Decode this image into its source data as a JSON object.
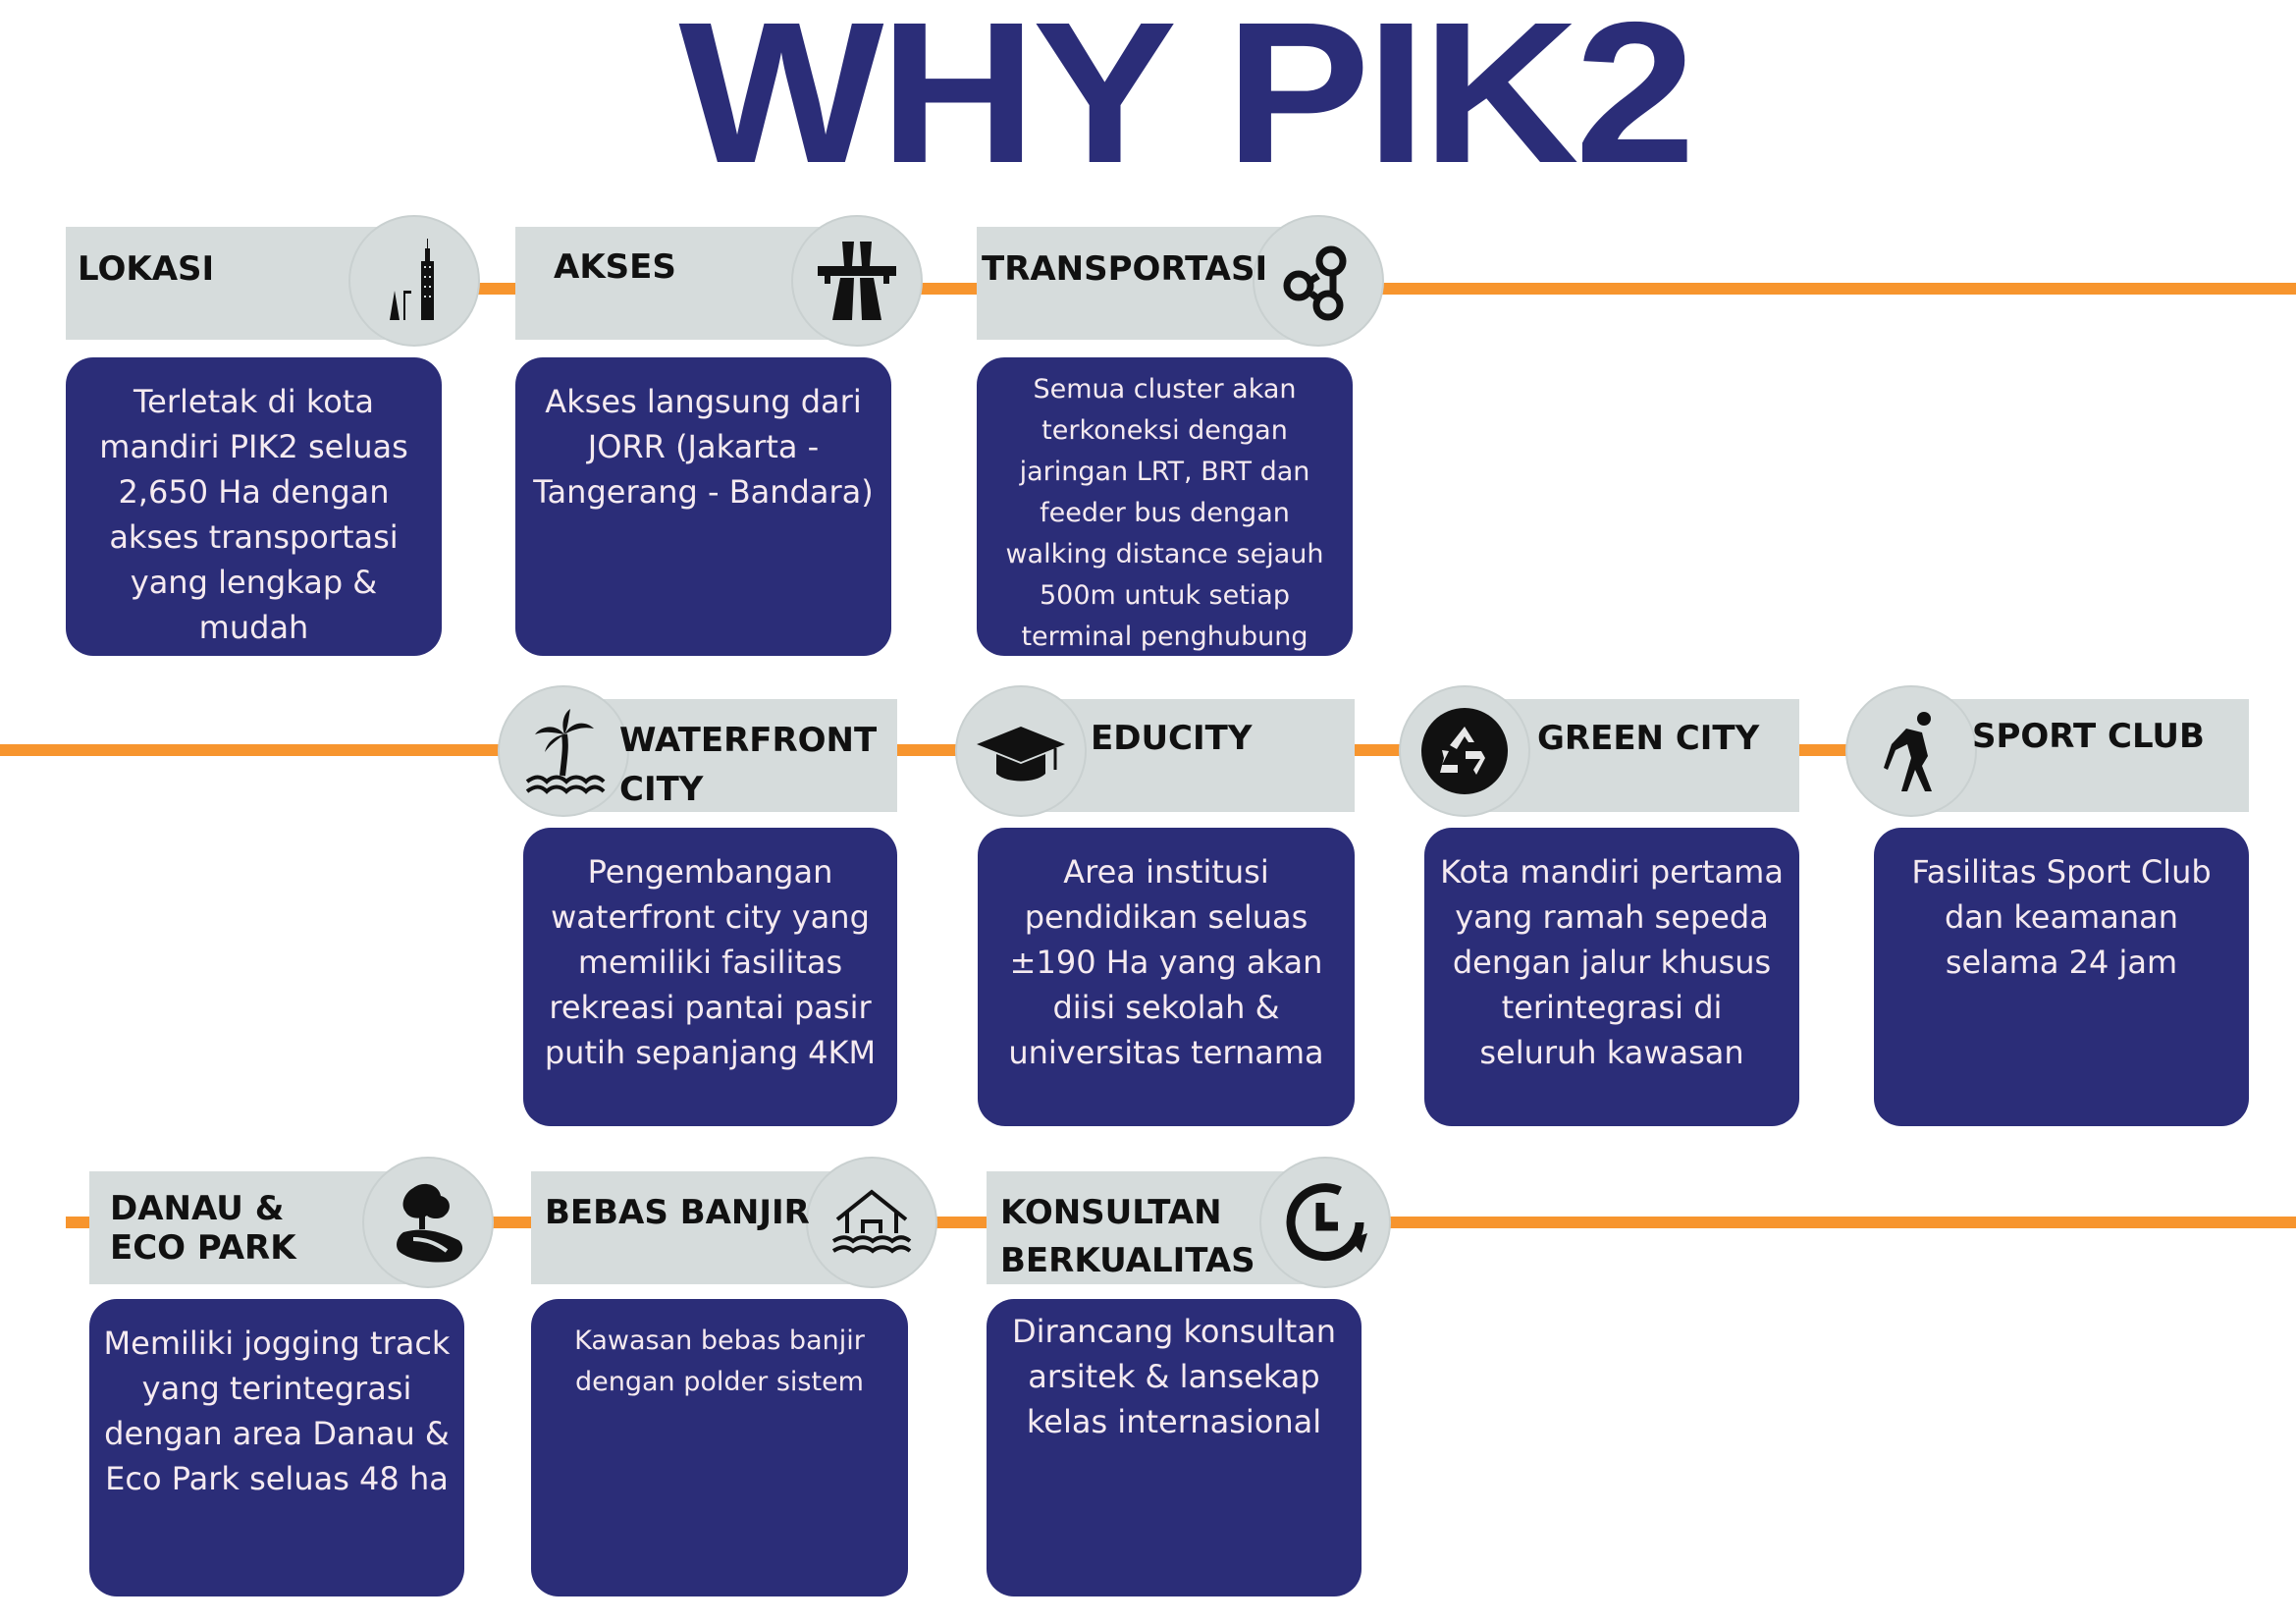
{
  "title": "WHY PIK2",
  "colors": {
    "navy": "#2b2d78",
    "orange": "#f7952e",
    "header": "#d6dcdc"
  },
  "items": [
    {
      "label": "LOKASI",
      "icon": "city-buildings-icon",
      "text": "Terletak di kota mandiri PIK2 seluas 2,650 Ha dengan akses transportasi yang lengkap & mudah"
    },
    {
      "label": "AKSES",
      "icon": "highway-icon",
      "text": "Akses langsung dari JORR (Jakarta - Tangerang - Bandara)"
    },
    {
      "label": "TRANSPORTASI",
      "icon": "transport-network-icon",
      "text": "Semua cluster akan terkoneksi dengan jaringan LRT, BRT dan feeder bus dengan walking distance sejauh 500m untuk setiap terminal penghubung"
    },
    {
      "label": "WATERFRONT",
      "label2": "CITY",
      "icon": "palm-tree-wave-icon",
      "text": "Pengembangan waterfront city yang memiliki fasilitas rekreasi pantai pasir putih sepanjang 4KM"
    },
    {
      "label": "EDUCITY",
      "icon": "graduation-cap-icon",
      "text": "Area institusi pendidikan seluas ±190 Ha yang akan diisi sekolah & universitas ternama"
    },
    {
      "label": "GREEN CITY",
      "icon": "recycle-icon",
      "text": "Kota mandiri pertama yang ramah sepeda dengan jalur khusus terintegrasi di seluruh kawasan"
    },
    {
      "label": "SPORT CLUB",
      "icon": "golfer-icon",
      "text": "Fasilitas Sport Club dan keamanan selama 24 jam"
    },
    {
      "label": "DANAU &",
      "label2": "ECO PARK",
      "icon": "tree-park-icon",
      "text": "Memiliki jogging track yang terintegrasi dengan area Danau & Eco Park seluas 48 ha"
    },
    {
      "label": "BEBAS BANJIR",
      "icon": "flood-house-icon",
      "text": "Kawasan bebas banjir dengan polder sistem"
    },
    {
      "label": "KONSULTAN",
      "label2": "BERKUALITAS",
      "icon": "clock-arrow-icon",
      "text": "Dirancang konsultan arsitek & lansekap kelas internasional"
    }
  ]
}
